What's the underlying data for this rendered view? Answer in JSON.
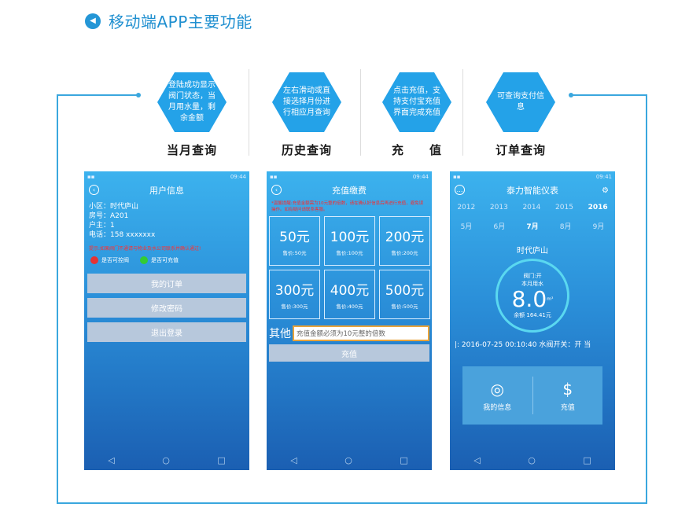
{
  "header": {
    "icon": "back-circle-icon",
    "title": "移动端APP主要功能"
  },
  "features": [
    {
      "desc": "登陆成功显示阀门状态，当月用水量，剩余金额",
      "label": "当月查询"
    },
    {
      "desc": "左右滑动或直接选择月份进行相应月查询",
      "label": "历史查询"
    },
    {
      "desc": "点击充值，支持支付宝充值界面完成充值",
      "label": "充　　值"
    },
    {
      "desc": "可查询支付信息",
      "label": "订单查询"
    }
  ],
  "phone1": {
    "status_time": "09:44",
    "title": "用户信息",
    "info": [
      "小区：时代庐山",
      "房号：A201",
      "户主：1",
      "电话：158 xxxxxxx"
    ],
    "warning": "提示:如果阀门不通请与物业及水公司联系并确认通过!",
    "legend": [
      {
        "label": "是否可控阀",
        "color": "#e53333"
      },
      {
        "label": "是否可充值",
        "color": "#33cc33"
      }
    ],
    "buttons": [
      "我的订单",
      "修改密码",
      "退出登录"
    ]
  },
  "phone2": {
    "status_time": "09:44",
    "title": "充值缴费",
    "warning": "*温馨提醒:充值金额需为10元整的倍数，请在确认好信息后再进行充值，避免误操作。如有疑问请联系客服。",
    "options": [
      {
        "amount": "50元",
        "price": "售价:50元"
      },
      {
        "amount": "100元",
        "price": "售价:100元"
      },
      {
        "amount": "200元",
        "price": "售价:200元"
      },
      {
        "amount": "300元",
        "price": "售价:300元"
      },
      {
        "amount": "400元",
        "price": "售价:400元"
      },
      {
        "amount": "500元",
        "price": "售价:500元"
      }
    ],
    "other_label": "其他",
    "other_placeholder": "充值金额必须为10元整的倍数",
    "recharge_button": "充值"
  },
  "phone3": {
    "status_time": "09:41",
    "title": "泰力智能仪表",
    "years": [
      "2012",
      "2013",
      "2014",
      "2015",
      "2016"
    ],
    "active_year": "2016",
    "months": [
      "5月",
      "6月",
      "7月",
      "8月",
      "9月"
    ],
    "active_month": "7月",
    "community": "时代庐山",
    "valve": "阀门:开",
    "usage_label": "本月用水",
    "usage_value": "8.0",
    "usage_unit": "m³",
    "balance": "余额 164.41元",
    "ticker": "|: 2016-07-25 00:10:40 水阀开关：开  当",
    "panel": [
      {
        "icon": "user-icon",
        "label": "我的信息"
      },
      {
        "icon": "dollar-icon",
        "label": "充值"
      }
    ]
  }
}
